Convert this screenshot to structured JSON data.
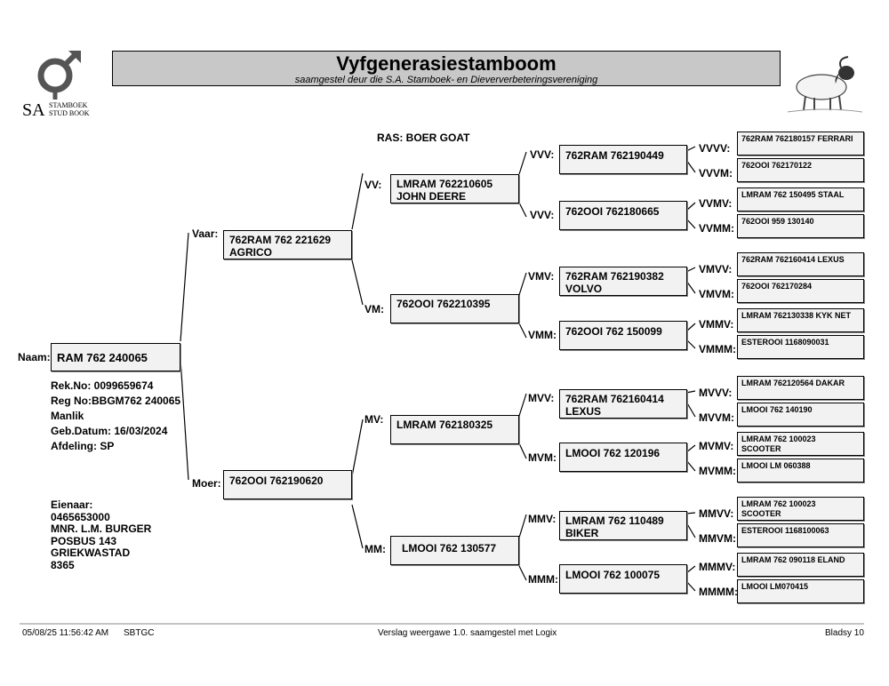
{
  "header": {
    "title": "Vyfgenerasiestamboom",
    "subtitle": "saamgestel deur die S.A. Stamboek- en Dieververbeteringsvereniging",
    "logo_sa": "SA",
    "logo_text_1": "STAMBOEK",
    "logo_text_2": "STUD BOOK"
  },
  "breed": "RAS: BOER GOAT",
  "subject": {
    "label": "Naam:",
    "name": "RAM 762 240065",
    "details": [
      "Rek.No: 0099659674",
      "Reg No:BBGM762 240065",
      "Manlik",
      "Geb.Datum: 16/03/2024",
      "Afdeling: SP"
    ],
    "owner": [
      "Eienaar:",
      "0465653000",
      "MNR. L.M. BURGER",
      "POSBUS 143",
      "GRIEKWASTAD",
      "8365"
    ]
  },
  "gen1": [
    {
      "label": "Vaar:",
      "name": "762RAM 762 221629\nAGRICO"
    },
    {
      "label": "Moer:",
      "name": "762OOI 762190620"
    }
  ],
  "gen2": [
    {
      "label": "VV:",
      "name": "LMRAM 762210605\nJOHN DEERE"
    },
    {
      "label": "VM:",
      "name": "762OOI 762210395"
    },
    {
      "label": "MV:",
      "name": "LMRAM 762180325"
    },
    {
      "label": "MM:",
      "name": "LMOOI 762 130577"
    }
  ],
  "gen3": [
    {
      "label": "VVV:",
      "name": "762RAM 762190449"
    },
    {
      "label": "VVV:",
      "name": "762OOI 762180665"
    },
    {
      "label": "VMV:",
      "name": "762RAM 762190382\nVOLVO"
    },
    {
      "label": "VMM:",
      "name": "762OOI 762 150099"
    },
    {
      "label": "MVV:",
      "name": "762RAM 762160414\nLEXUS"
    },
    {
      "label": "MVM:",
      "name": "LMOOI 762 120196"
    },
    {
      "label": "MMV:",
      "name": "LMRAM 762 110489\nBIKER"
    },
    {
      "label": "MMM:",
      "name": "LMOOI 762 100075"
    }
  ],
  "gen4": [
    {
      "label": "VVVV:",
      "name": "762RAM 762180157 FERRARI"
    },
    {
      "label": "VVVM:",
      "name": "762OOI 762170122"
    },
    {
      "label": "VVMV:",
      "name": "LMRAM 762 150495 STAAL"
    },
    {
      "label": "VVMM:",
      "name": "762OOI 959 130140"
    },
    {
      "label": "VMVV:",
      "name": "762RAM 762160414 LEXUS"
    },
    {
      "label": "VMVM:",
      "name": "762OOI 762170284"
    },
    {
      "label": "VMMV:",
      "name": "LMRAM 762130338 KYK NET"
    },
    {
      "label": "VMMM:",
      "name": "ESTEROOI 1168090031"
    },
    {
      "label": "MVVV:",
      "name": "LMRAM 762120564  DAKAR"
    },
    {
      "label": "MVVM:",
      "name": "LMOOI 762 140190"
    },
    {
      "label": "MVMV:",
      "name": "LMRAM 762 100023\nSCOOTER"
    },
    {
      "label": "MVMM:",
      "name": "LMOOI LM 060388"
    },
    {
      "label": "MMVV:",
      "name": "LMRAM 762 100023\nSCOOTER"
    },
    {
      "label": "MMVM:",
      "name": "ESTEROOI 1168100063"
    },
    {
      "label": "MMMV:",
      "name": "LMRAM 762 090118 ELAND"
    },
    {
      "label": "MMMM:",
      "name": "LMOOI LM070415"
    }
  ],
  "footer": {
    "datetime": "05/08/25 11:56:42 AM",
    "code": "SBTGC",
    "version": "Verslag weergawe 1.0. saamgestel met Logix",
    "page": "Bladsy 10"
  }
}
